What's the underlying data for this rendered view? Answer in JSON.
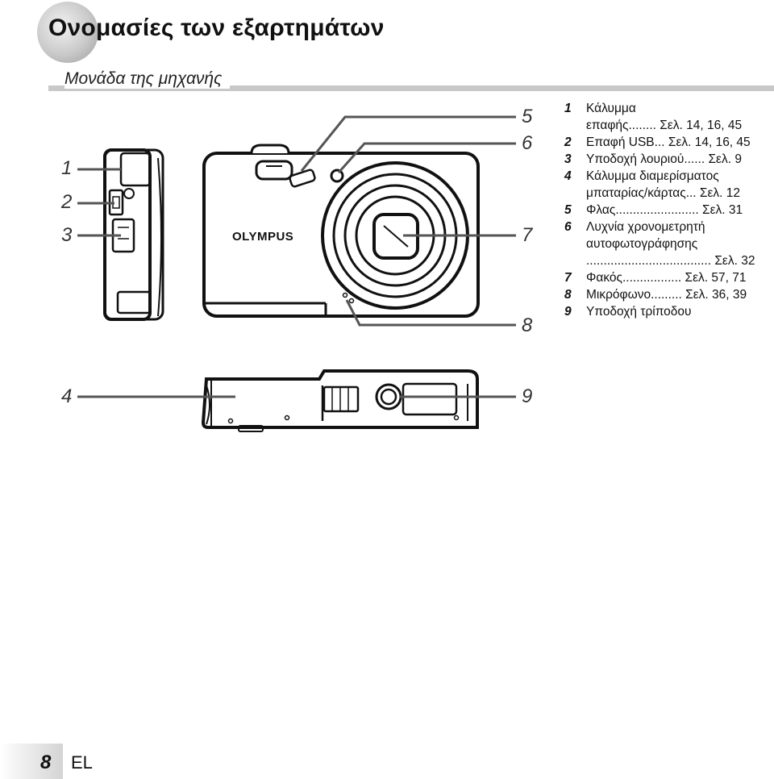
{
  "page": {
    "title": "Ονομασίες των εξαρτημάτων",
    "section": "Μονάδα της μηχανής"
  },
  "camera": {
    "brand_logo": "OLYMPUS"
  },
  "callouts": {
    "c1": "1",
    "c2": "2",
    "c3": "3",
    "c4": "4",
    "c5": "5",
    "c6": "6",
    "c7": "7",
    "c8": "8",
    "c9": "9"
  },
  "legend": [
    {
      "num": "1",
      "name": "Κάλυμμα",
      "cont": "επαφής",
      "dots": "........",
      "ref": "Σελ. 14, 16, 45"
    },
    {
      "num": "2",
      "name": "Επαφή USB",
      "dots": "...",
      "ref": "Σελ. 14, 16, 45"
    },
    {
      "num": "3",
      "name": "Υποδοχή λουριού",
      "dots": "......",
      "ref": "Σελ. 9"
    },
    {
      "num": "4",
      "name": "Κάλυμμα διαμερίσματος",
      "cont": "μπαταρίας/κάρτας",
      "dots": "...",
      "ref": "Σελ. 12"
    },
    {
      "num": "5",
      "name": "Φλας",
      "dots": "........................",
      "ref": "Σελ. 31"
    },
    {
      "num": "6",
      "name": "Λυχνία χρονομετρητή",
      "cont": "αυτοφωτογράφησης",
      "cont2_dots": "....................................",
      "ref": "Σελ. 32"
    },
    {
      "num": "7",
      "name": "Φακός",
      "dots": ".................",
      "ref": "Σελ. 57, 71"
    },
    {
      "num": "8",
      "name": "Μικρόφωνο",
      "dots": ".........",
      "ref": "Σελ. 36, 39"
    },
    {
      "num": "9",
      "name": "Υποδοχή τρίποδου"
    }
  ],
  "footer": {
    "page_number": "8",
    "language": "EL"
  }
}
